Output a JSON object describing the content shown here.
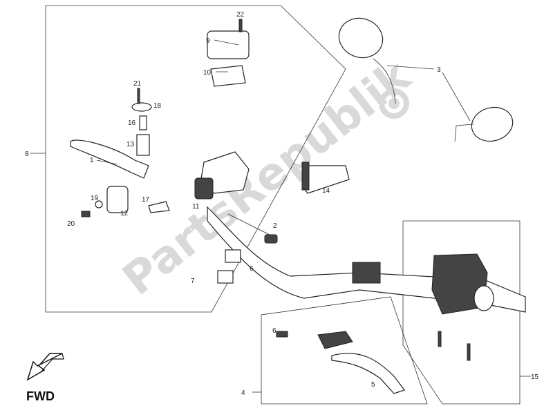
{
  "callouts": {
    "c1": "1",
    "c2": "2",
    "c3": "3",
    "c4": "4",
    "c5": "5",
    "c6a": "6",
    "c6b": "6",
    "c7": "7",
    "c8": "8",
    "c9": "9",
    "c10": "10",
    "c11": "11",
    "c12": "12",
    "c13": "13",
    "c14": "14",
    "c15": "15",
    "c16": "16",
    "c17": "17",
    "c18": "18",
    "c19": "19",
    "c20": "20",
    "c21": "21",
    "c22": "22"
  },
  "watermark": "PartsRepublik",
  "direction_label": "FWD",
  "colors": {
    "line": "#333333",
    "watermark": "#d9d9d9",
    "part_fill": "#ffffff"
  }
}
